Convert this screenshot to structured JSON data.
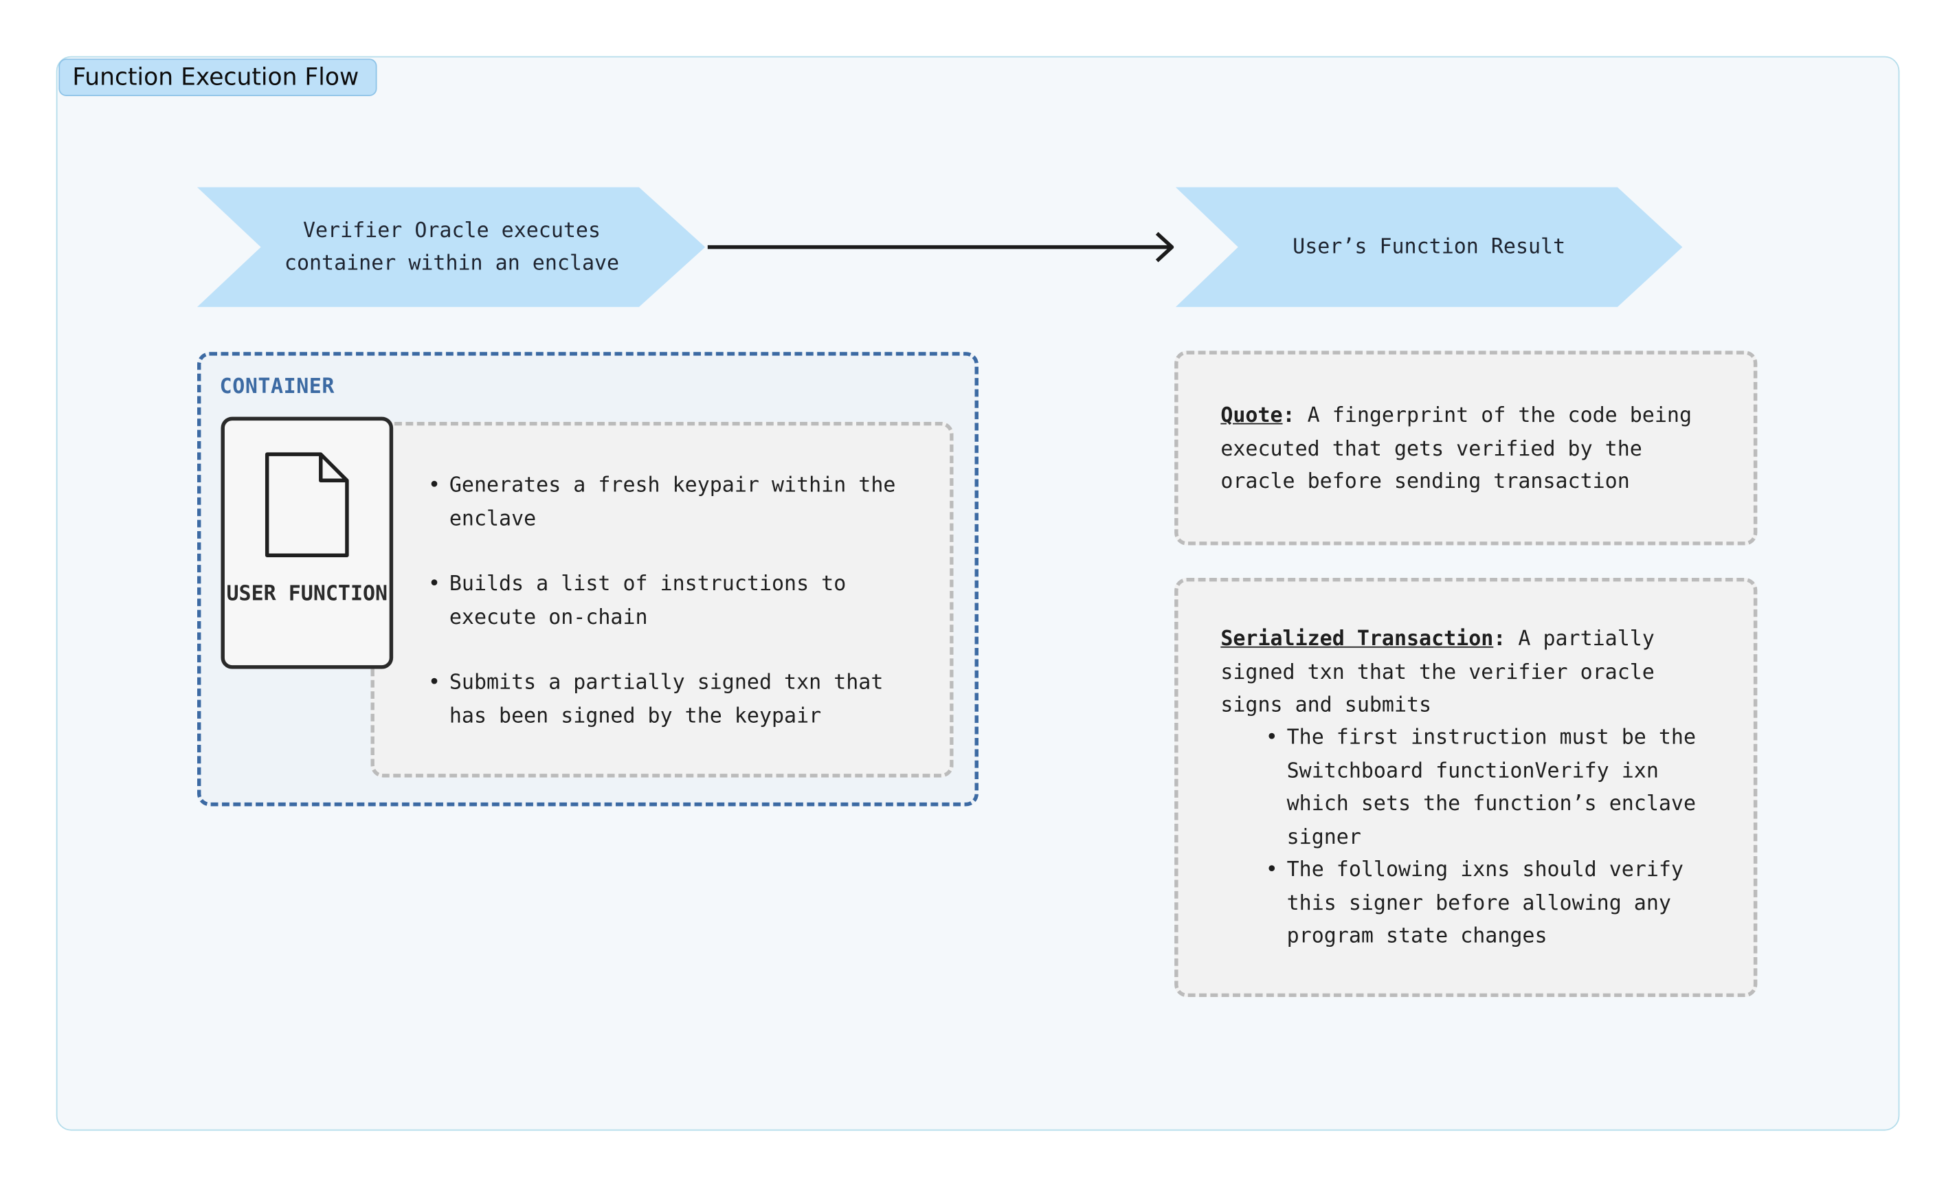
{
  "frame": {
    "title": "Function Execution Flow"
  },
  "steps": [
    {
      "label": "Verifier Oracle executes container within an enclave"
    },
    {
      "label": "User’s Function Result"
    }
  ],
  "container": {
    "label": "CONTAINER",
    "card_label": "USER FUNCTION",
    "bullets": [
      "Generates a fresh keypair within the enclave",
      "Builds a list of instructions to execute on-chain",
      "Submits a partially signed txn that has been signed by the keypair"
    ]
  },
  "result": {
    "quote": {
      "term": "Quote",
      "separator": ":",
      "text": " A fingerprint of the code being executed that gets verified by the oracle before sending transaction"
    },
    "transaction": {
      "term": "Serialized Transaction",
      "separator": ":",
      "text": " A partially signed txn that the verifier oracle signs and submits",
      "bullets": [
        "The first instruction must be the Switchboard functionVerify ixn which sets the function’s enclave signer",
        "The following ixns should verify this signer before allowing any program state changes"
      ]
    }
  }
}
